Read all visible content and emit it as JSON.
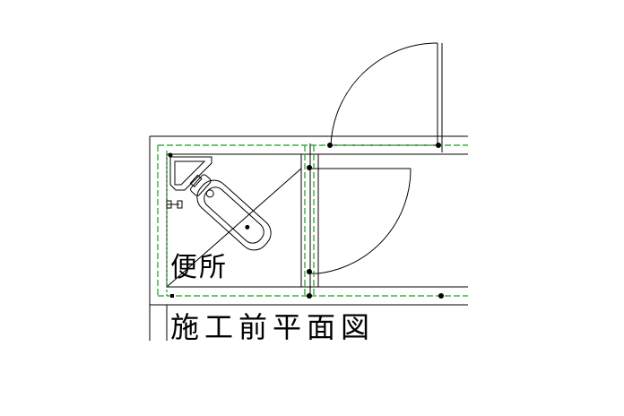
{
  "drawing": {
    "room_label": "便所",
    "title": "施工前平面図"
  },
  "colors": {
    "wall_line": "#000000",
    "grid_line": "#1a9c1a",
    "background": "#ffffff"
  },
  "icons": {
    "toilet": "toilet-icon",
    "corner_sink": "corner-sink-icon",
    "door_swing": "door-swing-arc"
  }
}
